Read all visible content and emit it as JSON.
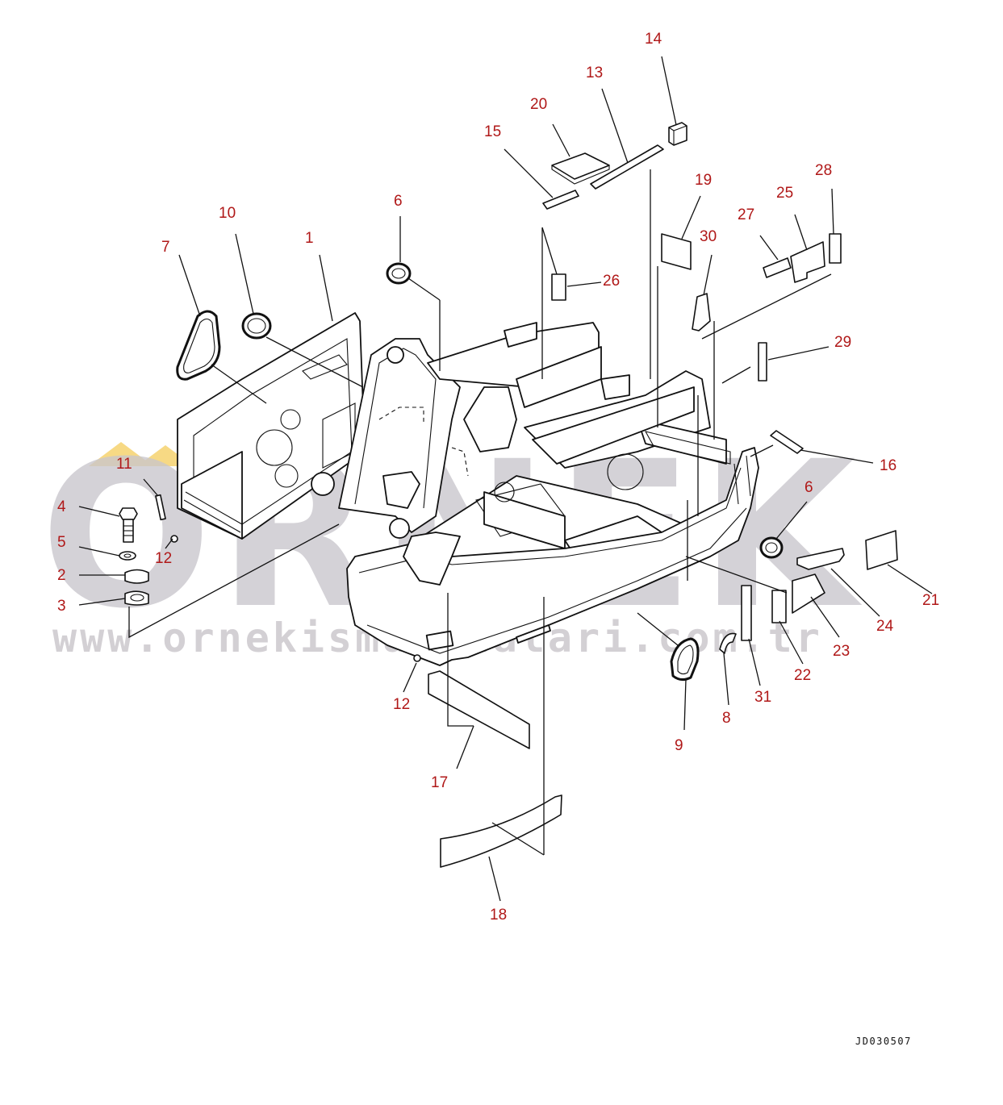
{
  "watermark": {
    "brand": "ORNEK",
    "url": "www.ornekismakinalari.com.tr",
    "logo_color": "#f7d984",
    "text_color": "#c9c6cc"
  },
  "drawing_code": "JD030507",
  "callout_color": "#b01818",
  "callouts": {
    "c1": "1",
    "c2": "2",
    "c3": "3",
    "c4": "4",
    "c5": "5",
    "c6a": "6",
    "c6b": "6",
    "c7": "7",
    "c8": "8",
    "c9": "9",
    "c10": "10",
    "c11": "11",
    "c12a": "12",
    "c12b": "12",
    "c13": "13",
    "c14": "14",
    "c15": "15",
    "c16": "16",
    "c17": "17",
    "c18": "18",
    "c19": "19",
    "c20": "20",
    "c21": "21",
    "c22": "22",
    "c23": "23",
    "c24": "24",
    "c25": "25",
    "c26": "26",
    "c27": "27",
    "c28": "28",
    "c29": "29",
    "c30": "30",
    "c31": "31"
  }
}
